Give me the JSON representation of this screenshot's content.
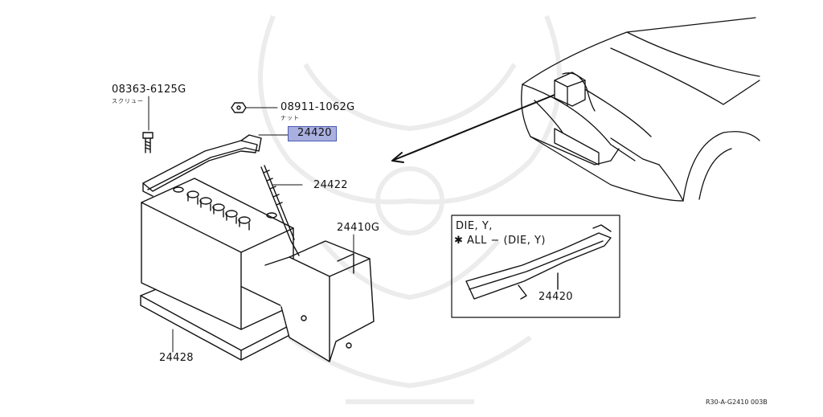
{
  "labels": {
    "screw_part": "08363-6125G",
    "screw_sub": "スクリュー",
    "nut_part": "08911-1062G",
    "nut_sub": "ナット",
    "frame_highlighted": "24420",
    "rod": "24422",
    "cover": "24410G",
    "tray": "24428"
  },
  "inset": {
    "line1": "DIE, Y,",
    "line2": "✱ ALL − (DIE, Y)",
    "part": "24420"
  },
  "footer": {
    "ref": "R30-A-G2410 003B"
  },
  "colors": {
    "highlight_fill": "#a9b0e0",
    "highlight_border": "#4a5ab0",
    "line": "#111111",
    "watermark": "#eeeeee"
  }
}
